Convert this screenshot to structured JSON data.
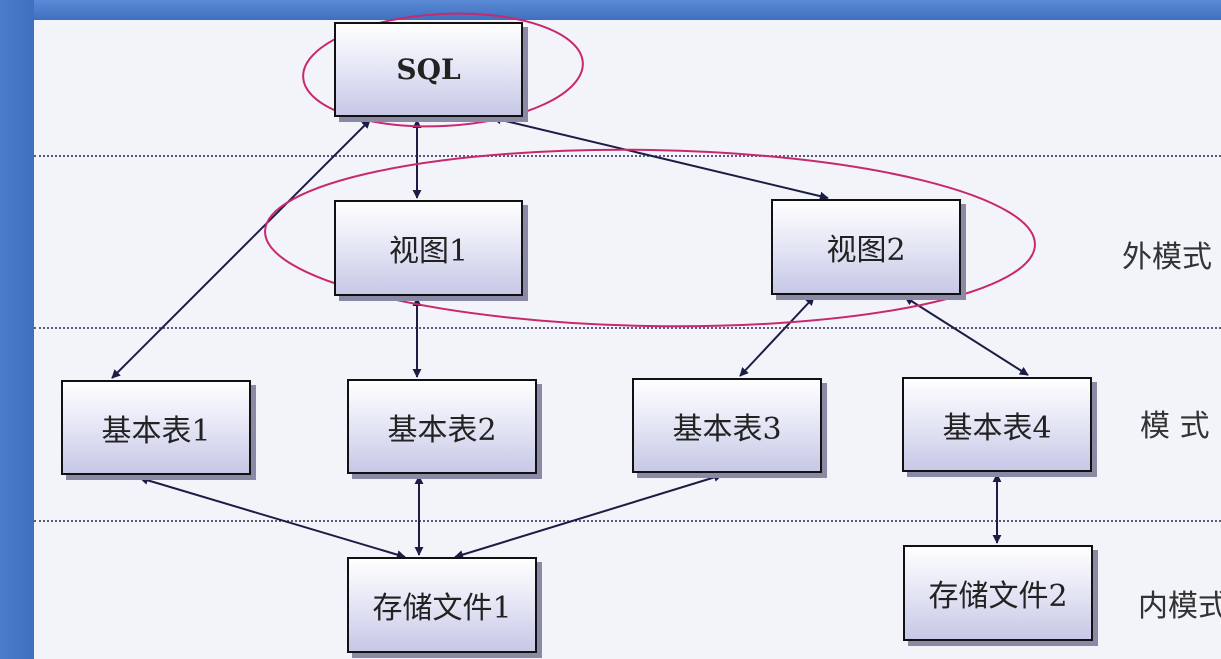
{
  "nodes": {
    "sql": "SQL",
    "view1": "视图1",
    "view2": "视图2",
    "table1": "基本表1",
    "table2": "基本表2",
    "table3": "基本表3",
    "table4": "基本表4",
    "file1": "存储文件1",
    "file2": "存储文件2"
  },
  "levels": {
    "external": "外模式",
    "conceptual": "模 式",
    "internal": "内模式"
  },
  "colors": {
    "arrow": "#1c1c44",
    "annotation": "#c8286e"
  }
}
